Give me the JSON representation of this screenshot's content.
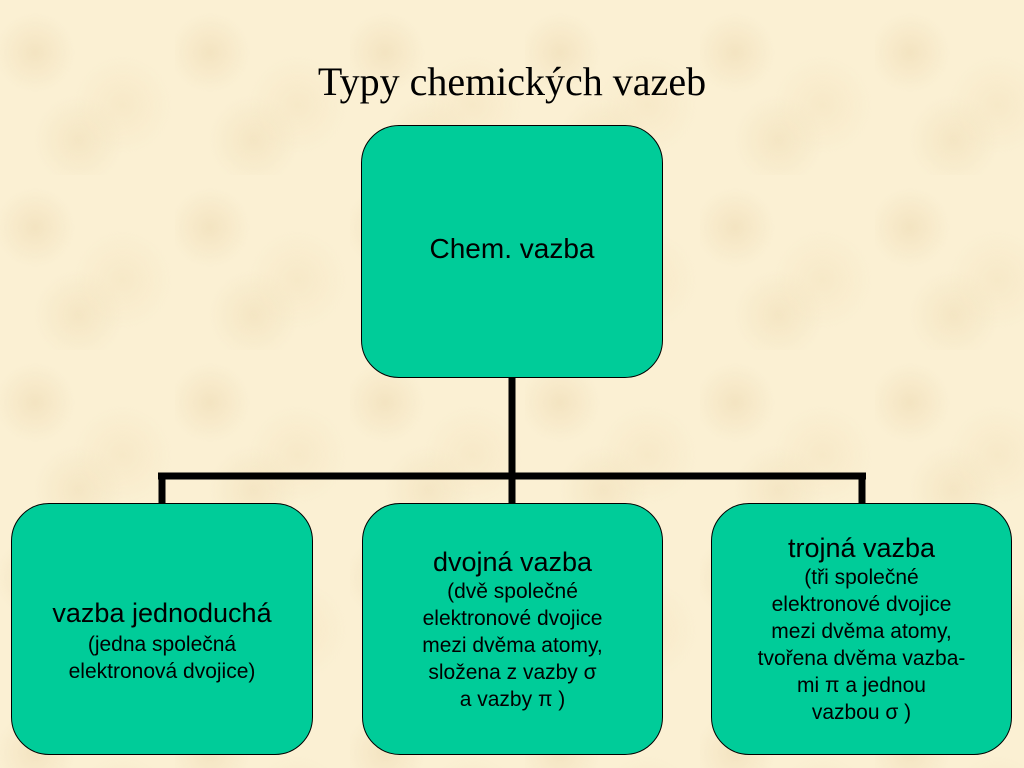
{
  "title": "Typy chemických vazeb",
  "colors": {
    "node_fill": "#00cc99",
    "connector": "#000000",
    "background": "#fbf0d3"
  },
  "diagram": {
    "root": {
      "label": "Chem. vazba"
    },
    "children": [
      {
        "label": "vazba jednoduchá",
        "detail": "(jedna společná\nelektronová dvojice)"
      },
      {
        "label": "dvojná vazba",
        "detail": "(dvě společné\nelektronové dvojice\nmezi dvěma atomy,\nsložena z vazby σ\na vazby π )"
      },
      {
        "label": "trojná vazba",
        "detail": "(tři společné\nelektronové dvojice\nmezi dvěma atomy,\ntvořena dvěma vazba-\nmi π a jednou\nvazbou σ )"
      }
    ]
  }
}
